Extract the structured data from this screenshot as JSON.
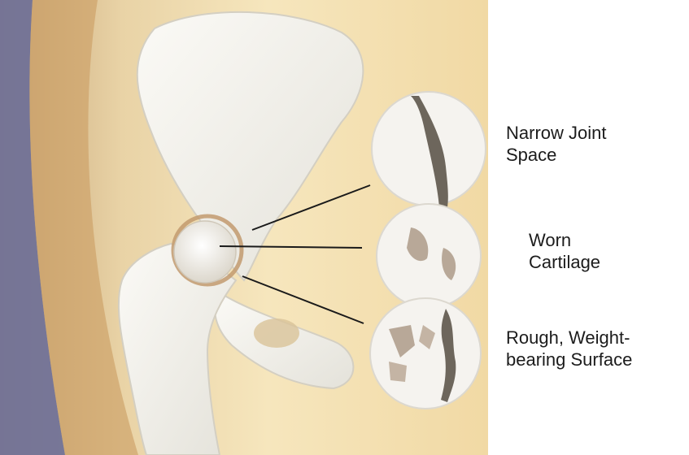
{
  "labels": {
    "joint_space": {
      "line1": "Narrow Joint",
      "line2": "Space"
    },
    "cartilage": {
      "line1": "Worn",
      "line2": "Cartilage"
    },
    "surface": {
      "line1": "Rough, Weight-",
      "line2": "bearing Surface"
    }
  }
}
